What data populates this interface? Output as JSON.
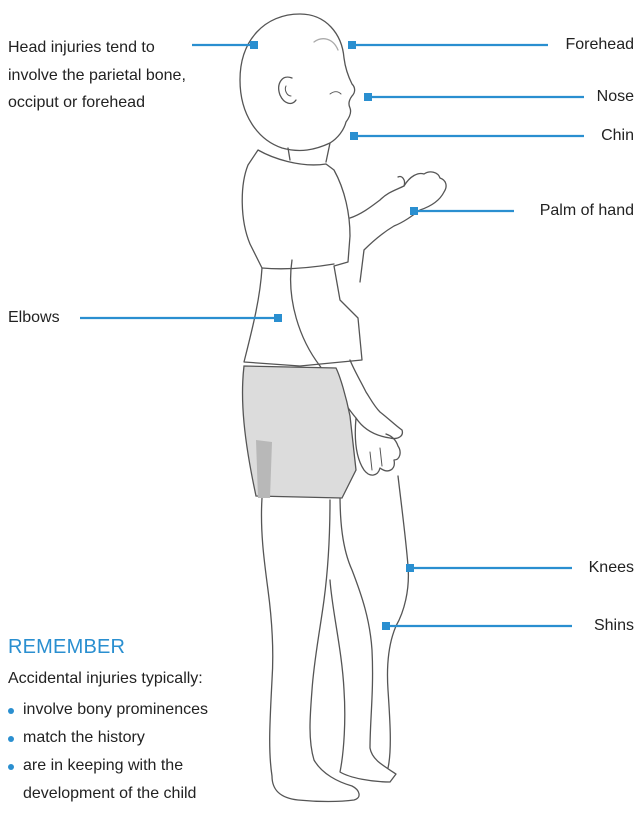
{
  "head_note": {
    "lines": [
      "Head injuries tend to",
      "involve the parietal bone,",
      "occiput or forehead"
    ]
  },
  "labels": {
    "forehead": "Forehead",
    "nose": "Nose",
    "chin": "Chin",
    "palm": "Palm of hand",
    "elbows": "Elbows",
    "knees": "Knees",
    "shins": "Shins"
  },
  "remember": {
    "title": "REMEMBER",
    "intro": "Accidental injuries typically:",
    "items": [
      {
        "line1": "involve bony prominences",
        "line2": ""
      },
      {
        "line1": "match the history",
        "line2": ""
      },
      {
        "line1": "are in keeping with the",
        "line2": "development of the child"
      }
    ]
  },
  "colors": {
    "accent": "#2a8fd0",
    "text": "#222222",
    "shorts": "#dcdcdc",
    "shorts_shadow": "#b8b8b8"
  }
}
